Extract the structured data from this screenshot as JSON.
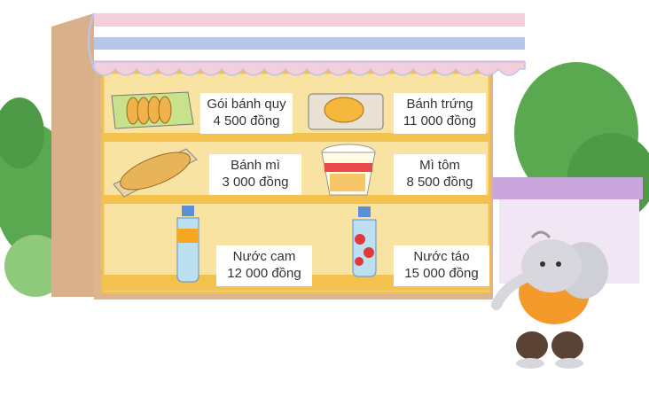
{
  "products": [
    {
      "name": "Gói bánh quy",
      "price": "4 500 đồng",
      "icon": "cookie-pack-icon"
    },
    {
      "name": "Bánh trứng",
      "price": "11 000 đồng",
      "icon": "egg-cake-icon"
    },
    {
      "name": "Bánh mì",
      "price": "3 000 đồng",
      "icon": "bread-icon"
    },
    {
      "name": "Mì tôm",
      "price": "8 500 đồng",
      "icon": "instant-noodle-cup-icon"
    },
    {
      "name": "Nước cam",
      "price": "12 000 đồng",
      "icon": "orange-juice-bottle-icon"
    },
    {
      "name": "Nước táo",
      "price": "15 000 đồng",
      "icon": "apple-juice-bottle-icon"
    }
  ],
  "colors": {
    "awning_blue": "#b8c6ec",
    "awning_pink": "#f4cfd9",
    "stall_tan": "#d9b08c",
    "shelf_yellow": "#f8e3a2",
    "shelf_edge": "#f2c14e",
    "tree_green": "#5aa84f",
    "wall_purple": "#c9a6dc",
    "elephant_grey": "#d7d7dd",
    "shirt_orange": "#f39a2a"
  },
  "character": "elephant-icon"
}
